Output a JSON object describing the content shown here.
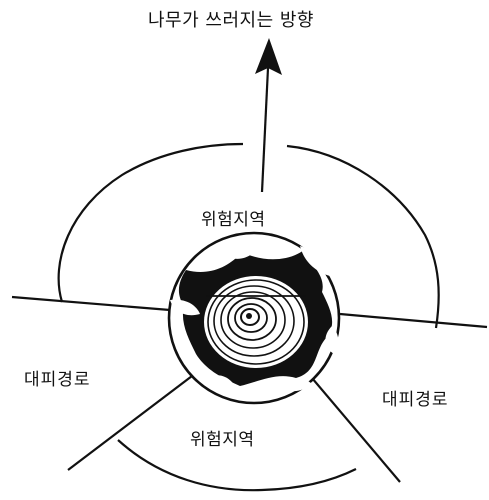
{
  "labels": {
    "fall_direction": "나무가 쓰러지는 방향",
    "danger_zone_top": "위험지역",
    "escape_route_left": "대피경로",
    "escape_route_right": "대피경로",
    "danger_zone_bottom": "위험지역"
  },
  "colors": {
    "ink": "#111111",
    "background": "#ffffff"
  }
}
